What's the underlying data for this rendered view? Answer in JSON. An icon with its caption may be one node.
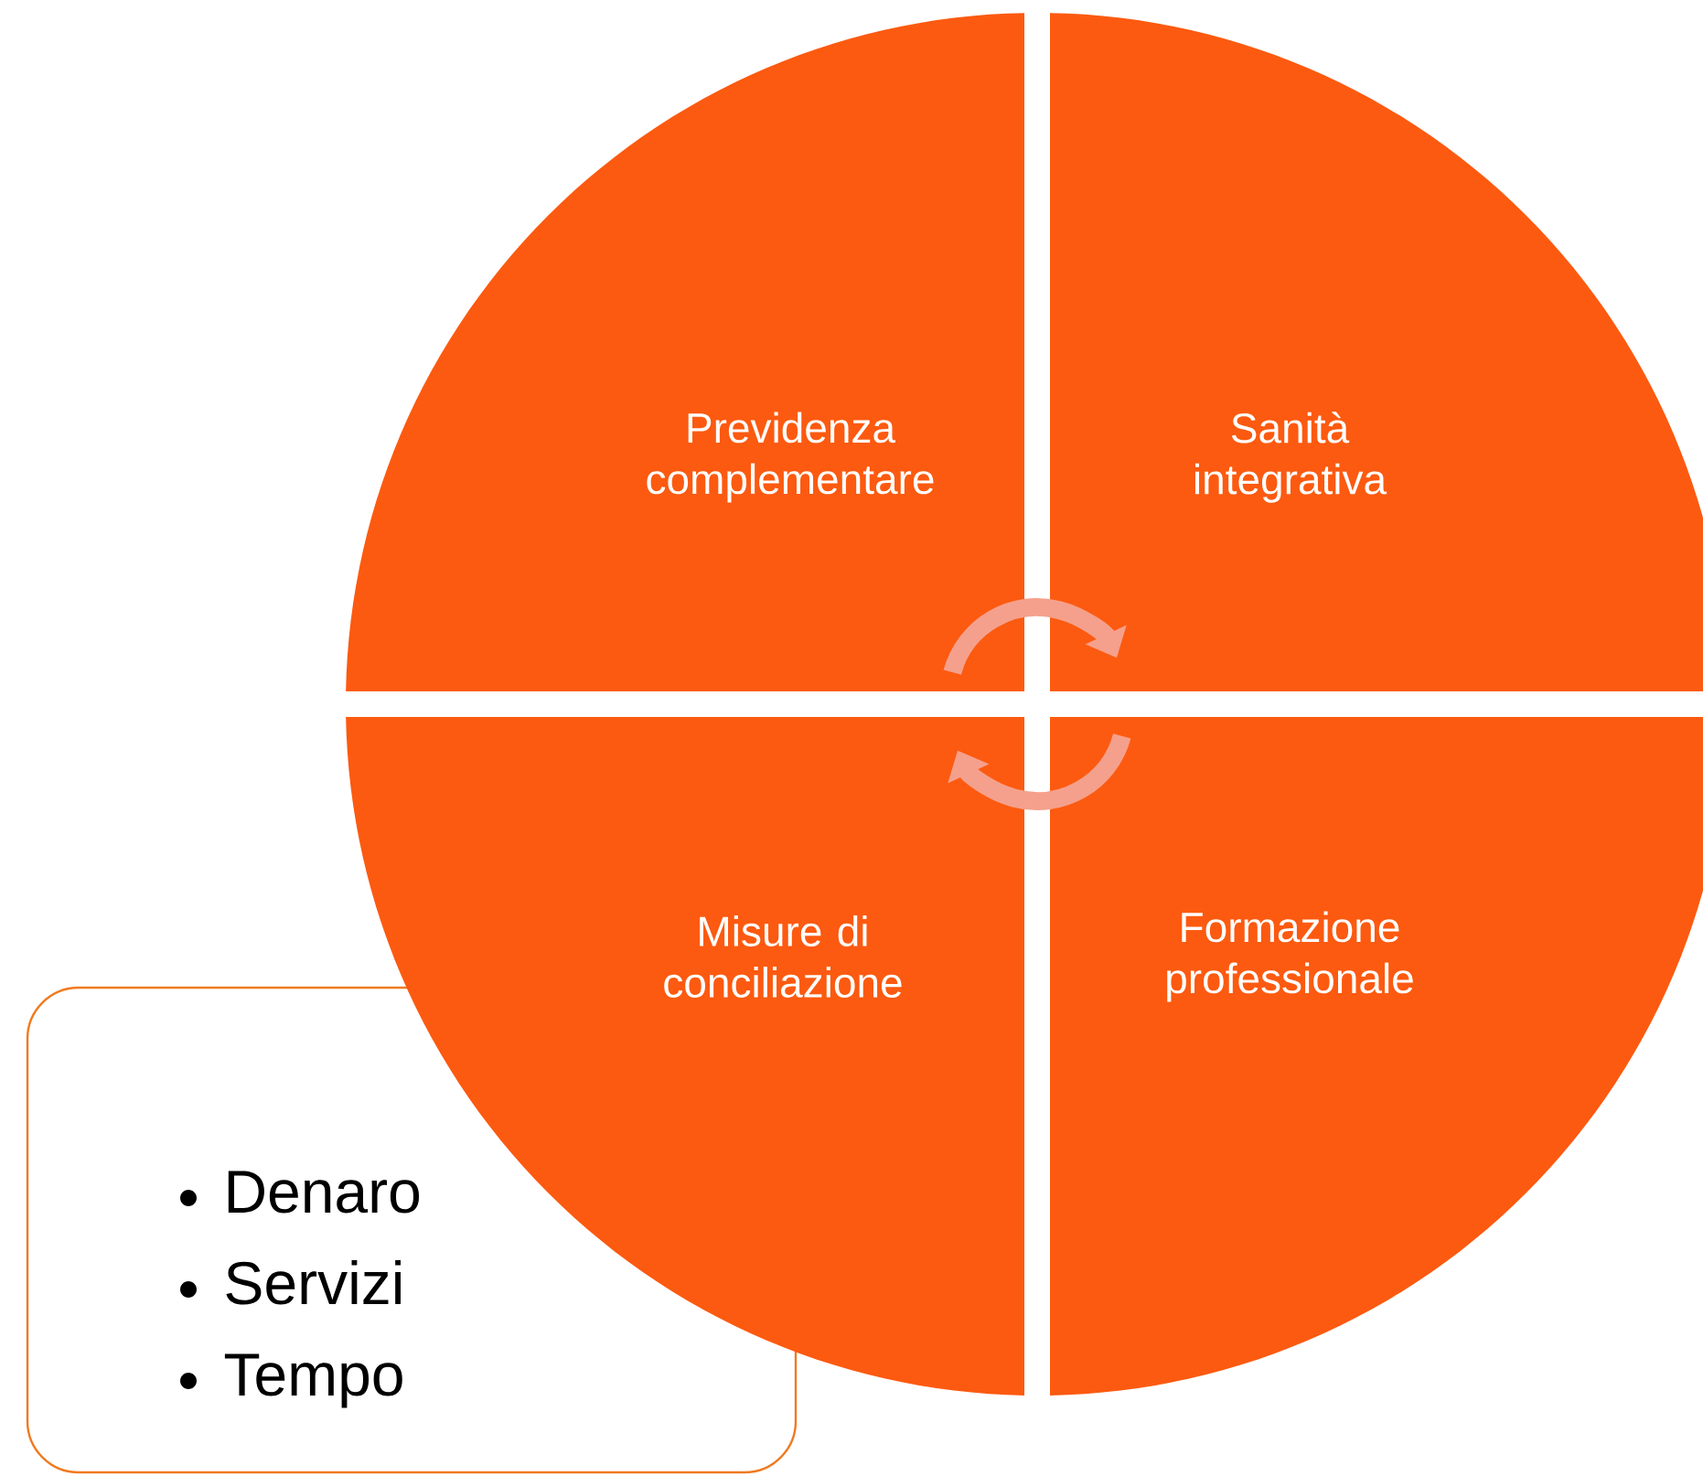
{
  "diagram": {
    "nodes": [
      {
        "text": [
          "Previdenza complementare"
        ]
      },
      {
        "text": [
          "Sanità integrativa"
        ]
      },
      {
        "text": [
          "Misure di conciliazione"
        ]
      },
      {
        "text": [
          "Formazione professionale"
        ]
      },
      {
        "text": [
          "Denaro",
          "Servizi",
          "Tempo"
        ]
      }
    ]
  }
}
